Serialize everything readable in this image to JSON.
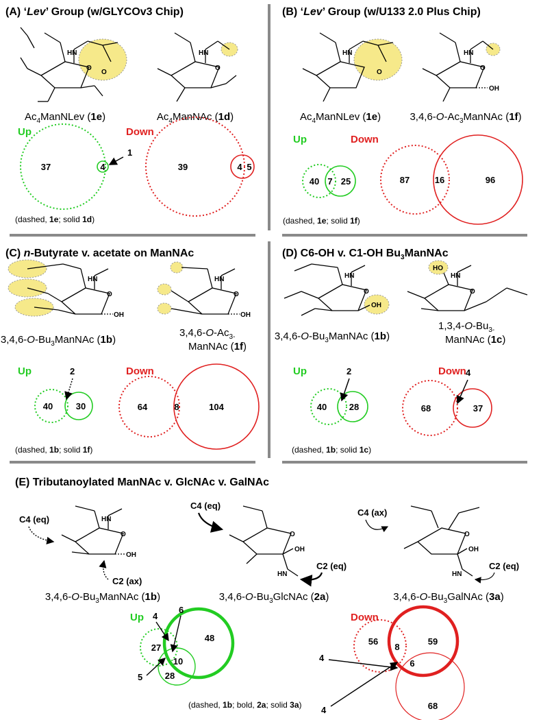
{
  "colors": {
    "up": "#22cc22",
    "down": "#e02020",
    "highlight": "#f6e98a",
    "divider": "#8a8a8a"
  },
  "panels": {
    "A": {
      "prefix": "(A) ",
      "q1": "‘",
      "name": "Lev",
      "q2": "’",
      "suffix": " Group (w/GLYCOv3 Chip)",
      "cmpd1_base": "Ac",
      "cmpd1_sub": "4",
      "cmpd1_rest": "ManNLev (",
      "cmpd1_id": "1e",
      "cmpd1_close": ")",
      "cmpd2_base": "Ac",
      "cmpd2_sub": "4",
      "cmpd2_rest": "ManNAc (",
      "cmpd2_id": "1d",
      "cmpd2_close": ")",
      "up_label": "Up",
      "down_label": "Down",
      "up_venn": {
        "left_only": "37",
        "overlap": "4",
        "arrow_label": "1"
      },
      "down_venn": {
        "left_only": "39",
        "overlap": "4",
        "right_only": "5"
      },
      "note_a": "(dashed, ",
      "note_id1": "1e",
      "note_b": "; solid ",
      "note_id2": "1d",
      "note_c": ")"
    },
    "B": {
      "prefix": "(B) ",
      "q1": "‘",
      "name": "Lev",
      "q2": "’",
      "suffix": " Group (w/U133 2.0 Plus Chip)",
      "cmpd1_base": "Ac",
      "cmpd1_sub": "4",
      "cmpd1_rest": "ManNLev (",
      "cmpd1_id": "1e",
      "cmpd1_close": ")",
      "cmpd2_a": "3,4,6-",
      "cmpd2_o": "O",
      "cmpd2_b": "-Ac",
      "cmpd2_sub": "3",
      "cmpd2_c": "ManNAc (",
      "cmpd2_id": "1f",
      "cmpd2_close": ")",
      "up_label": "Up",
      "down_label": "Down",
      "up_venn": {
        "left_only": "40",
        "overlap": "7",
        "right_only": "25"
      },
      "down_venn": {
        "left_only": "87",
        "overlap": "16",
        "right_only": "96"
      },
      "note_a": "(dashed, ",
      "note_id1": "1e",
      "note_b": "; solid ",
      "note_id2": "1f",
      "note_c": ")"
    },
    "C": {
      "prefix": "(C) ",
      "n": "n",
      "suffix": "-Butyrate v. acetate on ManNAc",
      "cmpd1_a": "3,4,6-",
      "cmpd1_o": "O",
      "cmpd1_b": "-Bu",
      "cmpd1_sub": "3",
      "cmpd1_c": "ManNAc (",
      "cmpd1_id": "1b",
      "cmpd1_close": ")",
      "cmpd2_a": "3,4,6-",
      "cmpd2_o": "O",
      "cmpd2_b": "-Ac",
      "cmpd2_sub": "3-",
      "cmpd2_line2": "ManNAc (",
      "cmpd2_id": "1f",
      "cmpd2_close": ")",
      "up_label": "Up",
      "down_label": "Down",
      "up_venn": {
        "left_only": "40",
        "overlap_arrow": "2",
        "right_only": "30"
      },
      "down_venn": {
        "left_only": "64",
        "overlap": "8",
        "right_only": "104"
      },
      "note_a": "(dashed, ",
      "note_id1": "1b",
      "note_b": "; solid ",
      "note_id2": "1f",
      "note_c": ")"
    },
    "D": {
      "prefix": "(D) C6-OH v. C1-OH Bu",
      "sub": "3",
      "suffix": "ManNAc",
      "cmpd1_a": "3,4,6-",
      "cmpd1_o": "O",
      "cmpd1_b": "-Bu",
      "cmpd1_sub": "3",
      "cmpd1_c": "ManNAc (",
      "cmpd1_id": "1b",
      "cmpd1_close": ")",
      "cmpd2_a": "1,3,4-",
      "cmpd2_o": "O",
      "cmpd2_b": "-Bu",
      "cmpd2_sub": "3-",
      "cmpd2_line2": "ManNAc (",
      "cmpd2_id": "1c",
      "cmpd2_close": ")",
      "up_label": "Up",
      "down_label": "Down",
      "up_venn": {
        "left_only": "40",
        "overlap_arrow": "2",
        "right_only": "28"
      },
      "down_venn": {
        "left_only": "68",
        "overlap_arrow": "4",
        "right_only": "37"
      },
      "note_a": "(dashed, ",
      "note_id1": "1b",
      "note_b": "; solid ",
      "note_id2": "1c",
      "note_c": ")"
    },
    "E": {
      "title": "(E) Tributanoylated ManNAc v. GlcNAc v. GalNAc",
      "c4eq": "C4 (eq)",
      "c2ax": "C2 (ax)",
      "c2eq": "C2 (eq)",
      "c4ax": "C4 (ax)",
      "cmpd1_a": "3,4,6-",
      "cmpd1_o": "O",
      "cmpd1_b": "-Bu",
      "cmpd1_sub": "3",
      "cmpd1_c": "ManNAc (",
      "cmpd1_id": "1b",
      "cmpd1_close": ")",
      "cmpd2_a": "3,4,6-",
      "cmpd2_o": "O",
      "cmpd2_b": "-Bu",
      "cmpd2_sub": "3",
      "cmpd2_c": "GlcNAc (",
      "cmpd2_id": "2a",
      "cmpd2_close": ")",
      "cmpd3_a": "3,4,6-",
      "cmpd3_o": "O",
      "cmpd3_b": "-Bu",
      "cmpd3_sub": "3",
      "cmpd3_c": "GalNAc (",
      "cmpd3_id": "3a",
      "cmpd3_close": ")",
      "up_label": "Up",
      "down_label": "Down",
      "up_venn": {
        "dashed_only": "27",
        "bold_only": "48",
        "solid_only": "28",
        "center": "10",
        "arrow_a": "4",
        "arrow_b": "6",
        "arrow_c": "5"
      },
      "down_venn": {
        "dashed_only": "56",
        "bold_only": "59",
        "solid_only": "68",
        "dashed_bold": "8",
        "center": "6",
        "arrow_a": "4",
        "arrow_b": "4"
      },
      "note_a": "(dashed, ",
      "note_id1": "1b",
      "note_b": "; bold, ",
      "note_id2": "2a",
      "note_c": "; solid ",
      "note_id3": "3a",
      "note_d": ")"
    }
  },
  "structure_atoms": {
    "nh": "HN",
    "o": "O",
    "oh": "OH",
    "ho": "HO"
  }
}
